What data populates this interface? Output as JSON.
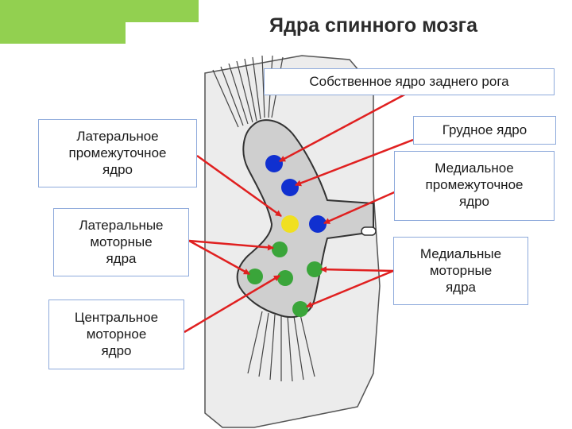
{
  "title": "Ядра спинного мозга",
  "labels": {
    "posterior_horn_proper": "Собственное ядро заднего рога",
    "lateral_intermediate": "Латеральное\nпромежуточное\nядро",
    "lateral_motor": "Латеральные\nмоторные\nядра",
    "central_motor": "Центральное\nмоторное\nядро",
    "thoracic": "Грудное ядро",
    "medial_intermediate": "Медиальное\nпромежуточное\nядро",
    "medial_motor": "Медиальные\nмоторные\nядра"
  },
  "colors": {
    "accent": "#92d050",
    "arrow": "#e02020",
    "blue_nucleus": "#1030d0",
    "yellow_nucleus": "#f0e020",
    "green_nucleus": "#3aa53a",
    "gray_matter": "#cfcfcf",
    "white_matter": "#ececec"
  }
}
